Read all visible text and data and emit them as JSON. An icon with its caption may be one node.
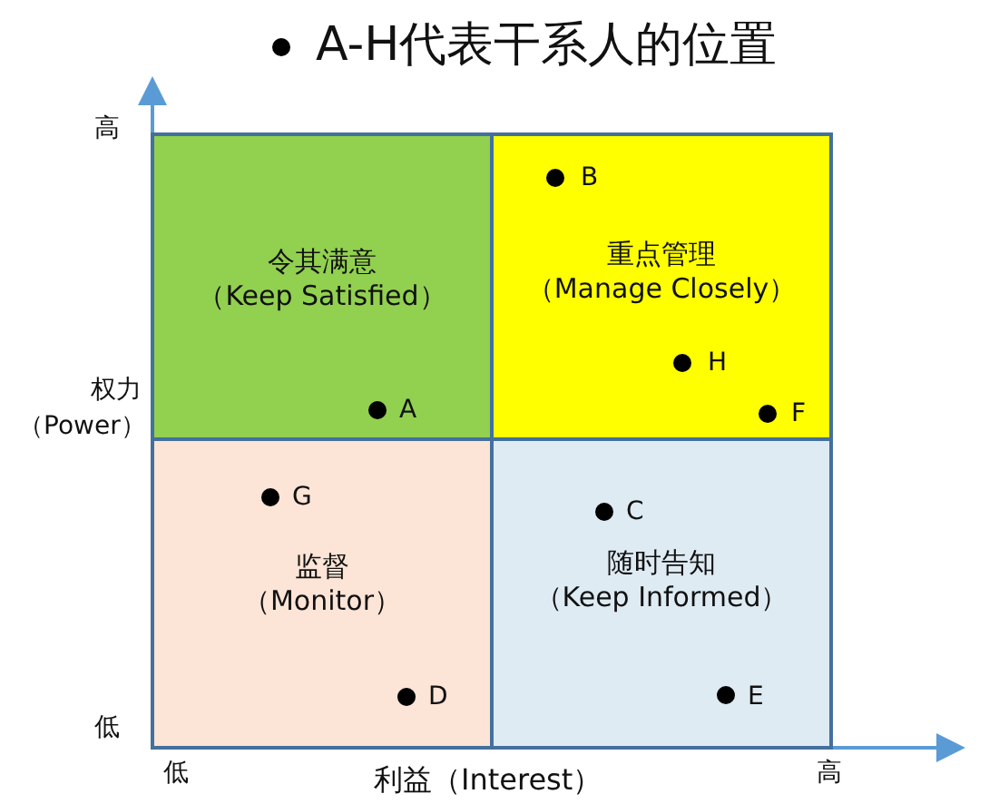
{
  "diagram": {
    "title": "A-H代表干系人的位置",
    "nodes": [
      {
        "text": [
          "令其满意",
          "（Keep Satisfied）"
        ]
      },
      {
        "text": [
          "重点管理",
          "（Manage Closely）"
        ]
      },
      {
        "text": [
          "监督",
          "（Monitor）"
        ]
      },
      {
        "text": [
          "随时告知",
          "（Keep Informed）"
        ]
      }
    ],
    "labels": [
      "高",
      "权力（Power）",
      "低",
      "低",
      "利益（Interest）",
      "高",
      "B",
      "H",
      "A",
      "F",
      "G",
      "C",
      "D",
      "E"
    ]
  }
}
